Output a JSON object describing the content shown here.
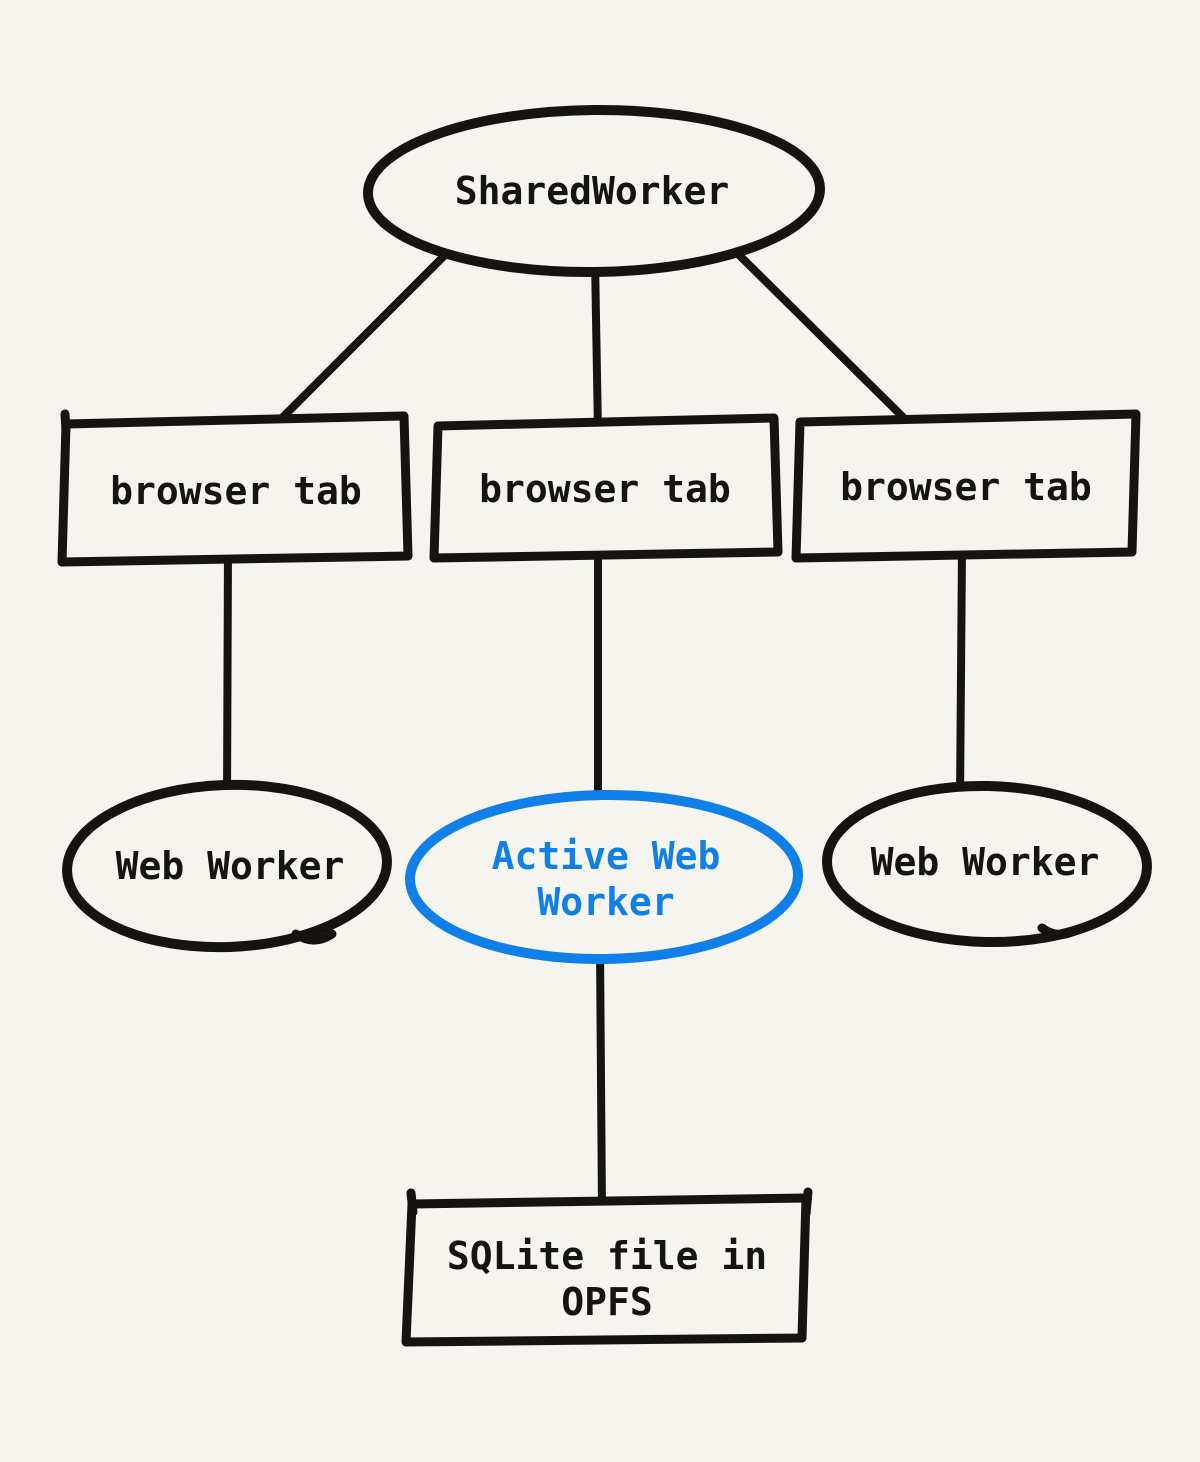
{
  "diagram": {
    "background_color": "#f5f4ef",
    "line_color": "#161413",
    "accent_color": "#1080e8",
    "nodes": {
      "shared_worker": {
        "shape": "ellipse",
        "label": "SharedWorker"
      },
      "browser_tab_1": {
        "shape": "rectangle",
        "label": "browser tab"
      },
      "browser_tab_2": {
        "shape": "rectangle",
        "label": "browser tab"
      },
      "browser_tab_3": {
        "shape": "rectangle",
        "label": "browser tab"
      },
      "web_worker_left": {
        "shape": "ellipse",
        "label": "Web Worker"
      },
      "active_web_worker": {
        "shape": "ellipse",
        "label_line_1": "Active Web",
        "label_line_2": "Worker",
        "highlighted": true
      },
      "web_worker_right": {
        "shape": "ellipse",
        "label": "Web Worker"
      },
      "sqlite_file": {
        "shape": "rectangle",
        "label_line_1": "SQLite file in",
        "label_line_2": "OPFS"
      }
    },
    "edges": [
      {
        "from": "shared_worker",
        "to": "browser_tab_1"
      },
      {
        "from": "shared_worker",
        "to": "browser_tab_2"
      },
      {
        "from": "shared_worker",
        "to": "browser_tab_3"
      },
      {
        "from": "browser_tab_1",
        "to": "web_worker_left"
      },
      {
        "from": "browser_tab_2",
        "to": "active_web_worker"
      },
      {
        "from": "browser_tab_3",
        "to": "web_worker_right"
      },
      {
        "from": "active_web_worker",
        "to": "sqlite_file"
      }
    ]
  }
}
